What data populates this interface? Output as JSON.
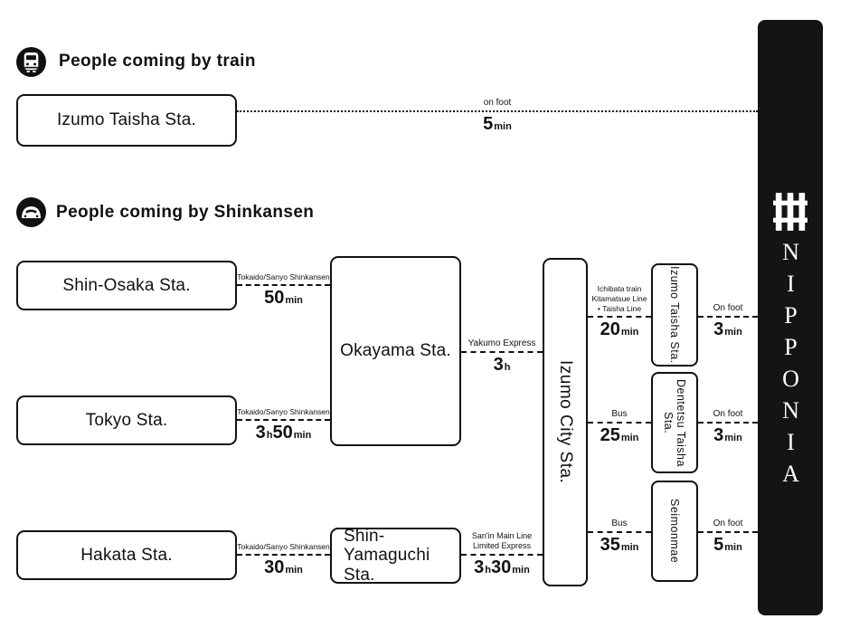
{
  "palette": {
    "ink": "#111111",
    "background": "#ffffff",
    "bar_bg": "#141414",
    "bar_fg": "#ffffff"
  },
  "headers": {
    "train": "People coming by train",
    "shinkansen": "People coming by Shinkansen"
  },
  "icons": {
    "train": "train-icon",
    "shinkansen": "shinkansen-icon",
    "nipponia_logo": "lattice-icon"
  },
  "stations": {
    "izumo_taisha_top": "Izumo Taisha Sta.",
    "shin_osaka": "Shin-Osaka Sta.",
    "tokyo": "Tokyo Sta.",
    "hakata": "Hakata Sta.",
    "okayama": "Okayama Sta.",
    "shin_yamaguchi": "Shin-\nYamaguchi Sta.",
    "izumo_city": "Izumo City Sta.",
    "izumo_taisha": "Izumo Taisha Sta.",
    "dentetsu_taisha": "Dentetsu Taisha Sta.",
    "seimonmae": "Seimonmae"
  },
  "destination": {
    "name": "NIPPONIA"
  },
  "connections": {
    "walk_top": {
      "label": "on foot",
      "t1": "5",
      "u1": "min"
    },
    "shinosaka_okayama": {
      "label": "Tokaido/Sanyo Shinkansen",
      "t1": "50",
      "u1": "min"
    },
    "tokyo_okayama": {
      "label": "Tokaido/Sanyo Shinkansen",
      "t1": "3",
      "u1": "h",
      "t2": "50",
      "u2": "min"
    },
    "hakata_shinyamaguchi": {
      "label": "Tokaido/Sanyo Shinkansen",
      "t1": "30",
      "u1": "min"
    },
    "okayama_izumocity": {
      "label": "Yakumo Express",
      "t1": "3",
      "u1": "h"
    },
    "shinyamaguchi_izumocity": {
      "label": "San'in Main Line\nLimited Express",
      "t1": "3",
      "u1": "h",
      "t2": "30",
      "u2": "min"
    },
    "izumocity_izumotaisha": {
      "label": "Ichibata train\nKitamatsue Line\n• Taisha Line",
      "t1": "20",
      "u1": "min"
    },
    "izumocity_dentetsu": {
      "label": "Bus",
      "t1": "25",
      "u1": "min"
    },
    "izumocity_seimonmae": {
      "label": "Bus",
      "t1": "35",
      "u1": "min"
    },
    "izumotaisha_nipponia": {
      "label": "On foot",
      "t1": "3",
      "u1": "min"
    },
    "dentetsu_nipponia": {
      "label": "On foot",
      "t1": "3",
      "u1": "min"
    },
    "seimonmae_nipponia": {
      "label": "On foot",
      "t1": "5",
      "u1": "min"
    }
  }
}
